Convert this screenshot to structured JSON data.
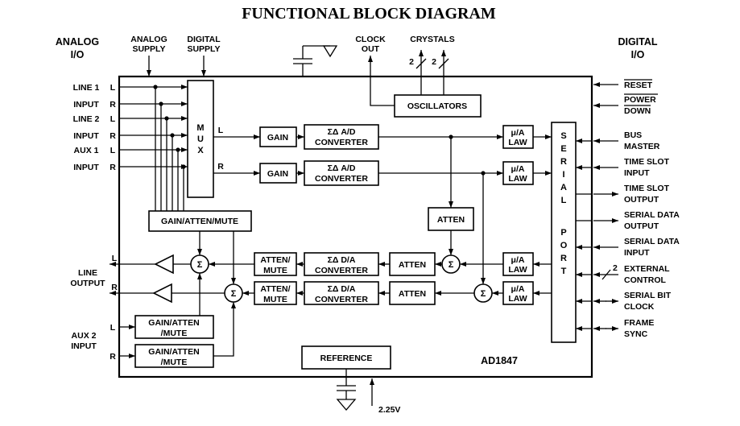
{
  "title": "FUNCTIONAL BLOCK DIAGRAM",
  "chip": {
    "name": "AD1847",
    "voltage": "2.25V"
  },
  "corners": {
    "analog_io": [
      "ANALOG",
      "I/O"
    ],
    "digital_io": [
      "DIGITAL",
      "I/O"
    ]
  },
  "top": {
    "analog_supply": [
      "ANALOG",
      "SUPPLY"
    ],
    "digital_supply": [
      "DIGITAL",
      "SUPPLY"
    ],
    "clock_out": [
      "CLOCK",
      "OUT"
    ],
    "crystals": "CRYSTALS",
    "crystal_bus_width_left": "2",
    "crystal_bus_width_right": "2"
  },
  "left": {
    "line1": [
      "LINE 1",
      "INPUT"
    ],
    "line2": [
      "LINE 2",
      "INPUT"
    ],
    "aux1": [
      "AUX 1",
      "INPUT"
    ],
    "line_output": [
      "LINE",
      "OUTPUT"
    ],
    "aux2": [
      "AUX 2",
      "INPUT"
    ],
    "l": "L",
    "r": "R"
  },
  "right": {
    "reset": "RESET",
    "power_down": [
      "POWER",
      "DOWN"
    ],
    "bus_master": [
      "BUS",
      "MASTER"
    ],
    "time_slot_input": [
      "TIME SLOT",
      "INPUT"
    ],
    "time_slot_output": [
      "TIME SLOT",
      "OUTPUT"
    ],
    "serial_data_output": [
      "SERIAL DATA",
      "OUTPUT"
    ],
    "serial_data_input": [
      "SERIAL DATA",
      "INPUT"
    ],
    "external_control": [
      "EXTERNAL",
      "CONTROL"
    ],
    "external_control_bus_width": "2",
    "serial_bit_clock": [
      "SERIAL BIT",
      "CLOCK"
    ],
    "frame_sync": [
      "FRAME",
      "SYNC"
    ]
  },
  "blocks": {
    "mux": [
      "M",
      "U",
      "X"
    ],
    "oscillators": "OSCILLATORS",
    "gain": "GAIN",
    "adc": [
      "ΣΔ A/D",
      "CONVERTER"
    ],
    "dac": [
      "ΣΔ D/A",
      "CONVERTER"
    ],
    "law": [
      "μ/A",
      "LAW"
    ],
    "atten": "ATTEN",
    "atten_mute": [
      "ATTEN/",
      "MUTE"
    ],
    "gain_atten_mute": "GAIN/ATTEN/MUTE",
    "gain_atten_mute_2line": [
      "GAIN/ATTEN",
      "/MUTE"
    ],
    "reference": "REFERENCE",
    "serial_port": [
      "S",
      "E",
      "R",
      "I",
      "A",
      "L",
      "P",
      "O",
      "R",
      "T"
    ],
    "sigma": "Σ"
  }
}
